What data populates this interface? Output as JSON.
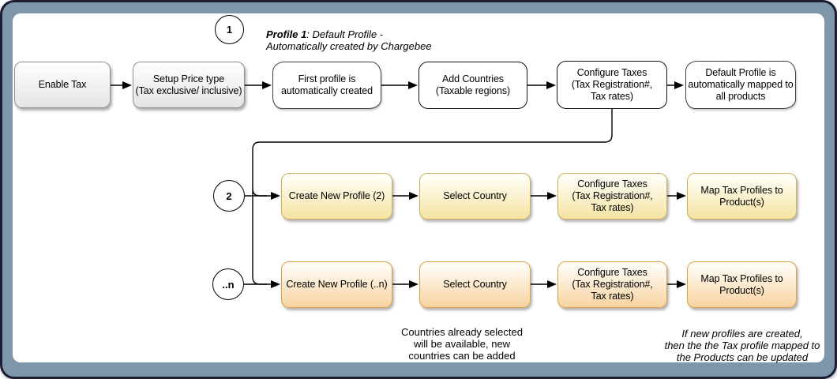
{
  "diagram": {
    "colors": {
      "ink": "#000000",
      "frame_band": "#7d96a9",
      "frame_edge": "#1c1c33",
      "canvas_bg": "#ffffff",
      "gray_box_fill_top": "#ffffff",
      "gray_box_fill_bottom": "#e4e4e4",
      "gray_box_border": "#8f8f8f",
      "plain_box_border": "#111111",
      "sketchy_box_border": "#3f3f3f",
      "yellow_fill_top": "#fffef6",
      "yellow_fill_bottom": "#f5e3a2",
      "yellow_border": "#cdb05c",
      "orange_fill_top": "#fffcf6",
      "orange_fill_bottom": "#f8d3a0",
      "orange_border": "#dba04a"
    },
    "badges": {
      "b1": "1",
      "b2": "2",
      "bn": "..n"
    },
    "notes": {
      "profile1_bold": "Profile 1",
      "profile1_rest": ": Default Profile -",
      "profile1_line2": "Automatically created by Chargebee",
      "countries": "Countries already selected\nwill be available, new\ncountries can be added",
      "profiles_update": "If new profiles are created,\nthen the the Tax profile mapped to\nthe Products can be updated"
    },
    "steps": {
      "enable_tax": "Enable Tax",
      "setup_price": "Setup Price type\n(Tax exclusive/ inclusive)",
      "first_profile": "First profile is\nautomatically created",
      "add_countries": "Add Countries\n(Taxable regions)",
      "configure_taxes": "Configure Taxes\n(Tax Registration#,\nTax rates)",
      "default_profile": "Default Profile is\nautomatically mapped to\nall products",
      "create_profile_2": "Create New Profile (2)",
      "create_profile_n": "Create New Profile (..n)",
      "select_country": "Select Country",
      "map_tax_profiles": "Map Tax Profiles to\nProduct(s)"
    }
  }
}
